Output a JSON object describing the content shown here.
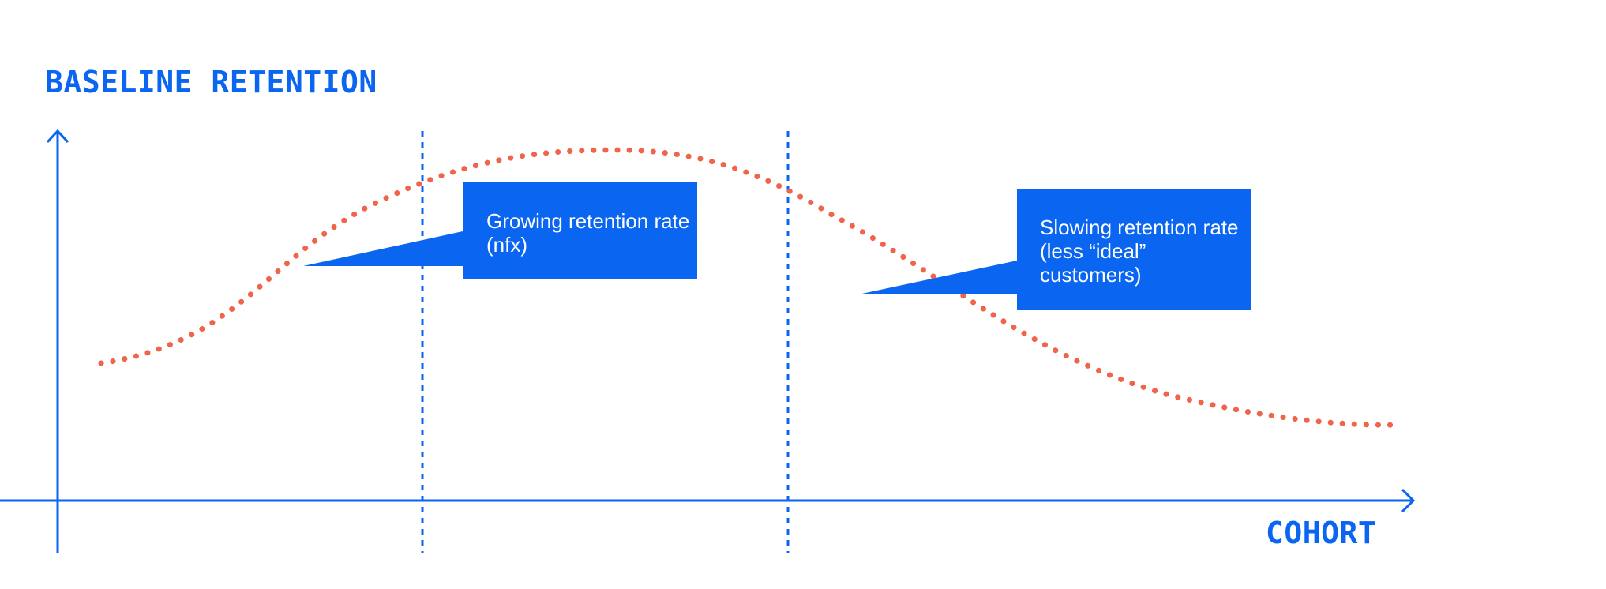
{
  "colors": {
    "accent": "#0a66f0",
    "curve": "#f0644a",
    "background": "#ffffff"
  },
  "axes": {
    "y_title": "BASELINE RETENTION",
    "x_title": "COHORT"
  },
  "callouts": [
    {
      "text": "Growing retention rate (nfx)"
    },
    {
      "text": "Slowing retention rate (less “ideal” customers)"
    }
  ]
}
